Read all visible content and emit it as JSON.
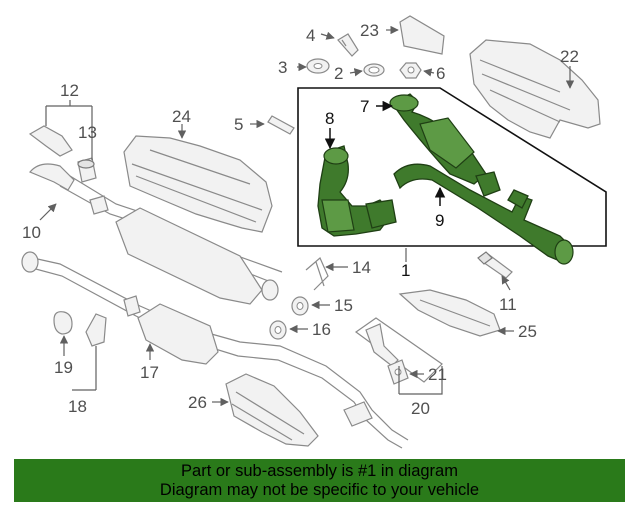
{
  "callouts": {
    "c1": "1",
    "c2": "2",
    "c3": "3",
    "c4": "4",
    "c5": "5",
    "c6": "6",
    "c7": "7",
    "c8": "8",
    "c9": "9",
    "c10": "10",
    "c11": "11",
    "c12": "12",
    "c13": "13",
    "c14": "14",
    "c15": "15",
    "c16": "16",
    "c17": "17",
    "c18": "18",
    "c19": "19",
    "c20": "20",
    "c21": "21",
    "c22": "22",
    "c23": "23",
    "c24": "24",
    "c25": "25",
    "c26": "26"
  },
  "banner": {
    "line1": "Part or sub-assembly is #1 in diagram",
    "line2": "Diagram may not be specific to your vehicle",
    "color": "#2a7a1a"
  },
  "highlight_color": "#3f7a2c"
}
